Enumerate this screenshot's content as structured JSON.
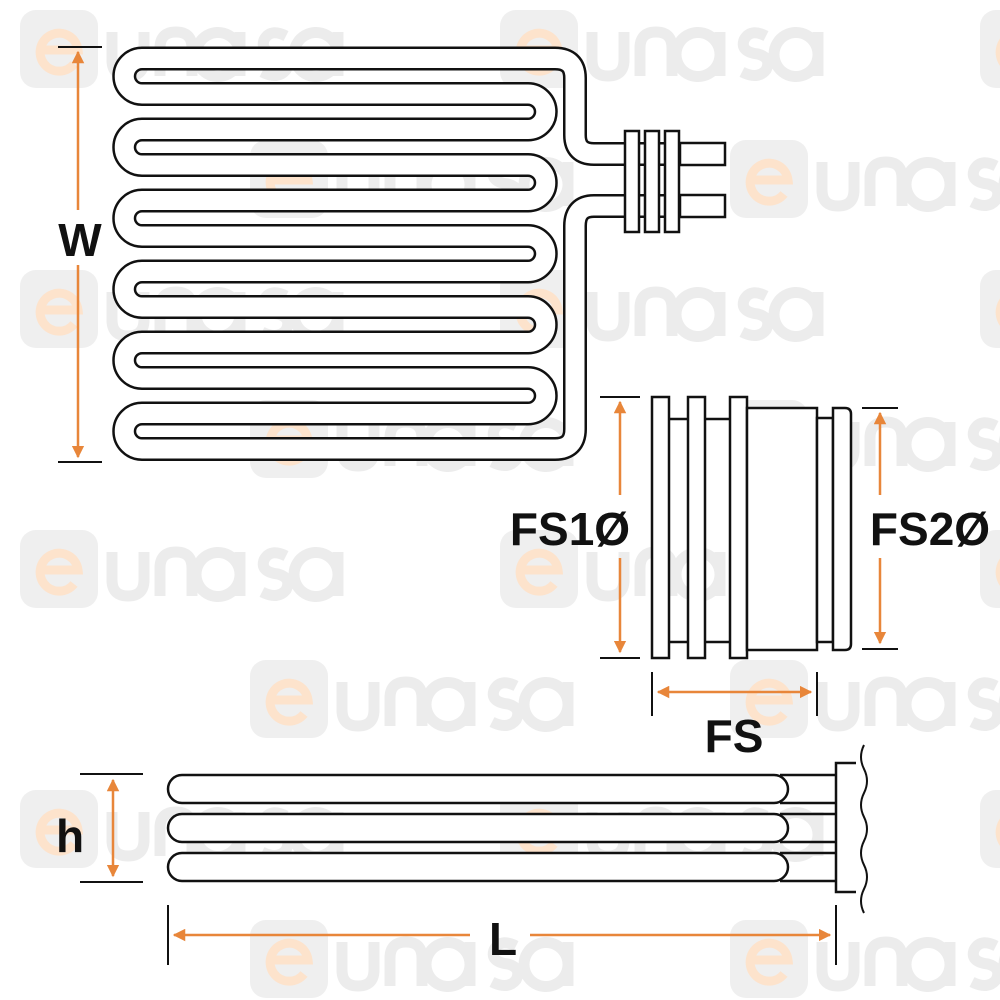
{
  "watermark": {
    "logo_e": "e",
    "logo_rest": "unasa"
  },
  "labels": {
    "width": "W",
    "flange_diameter_1": "FS1Ø",
    "flange_diameter_2": "FS2Ø",
    "flange_length": "FS",
    "height": "h",
    "length": "L"
  },
  "colors": {
    "dimension": "#e8863a",
    "outline": "#111111"
  }
}
